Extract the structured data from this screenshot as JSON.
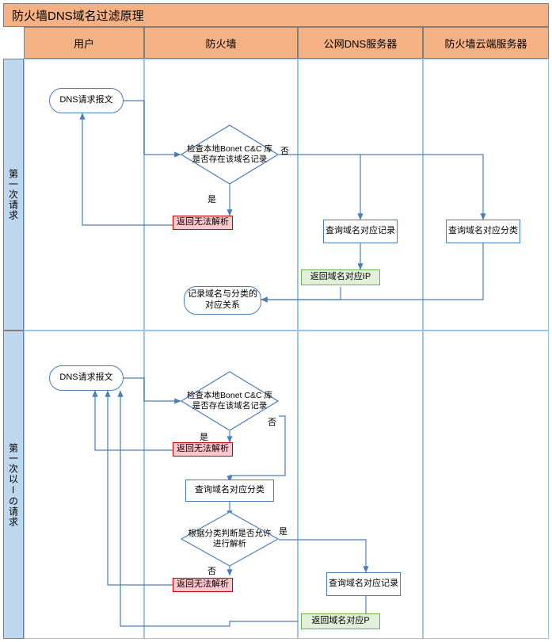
{
  "diagram": {
    "title": "防火墙DNS域名过滤原理",
    "type": "flowchart-swimlane",
    "columns": [
      {
        "id": "user",
        "label": "用户"
      },
      {
        "id": "firewall",
        "label": "防火墙"
      },
      {
        "id": "public-dns",
        "label": "公网DNS服务器"
      },
      {
        "id": "cloud",
        "label": "防火墙云端服务器"
      }
    ],
    "rows": [
      {
        "id": "first-request",
        "label": "第一次请求"
      },
      {
        "id": "subsequent-request",
        "label": "第一次以Iの请求"
      }
    ],
    "colors": {
      "title_bg": "#f4b183",
      "header_bg": "#f4b183",
      "row_label_bg": "#bdd7ee",
      "lane_border": "#9dc3e6",
      "node_border": "#4a7ebb",
      "note_red_bg": "#ffc7ce",
      "note_red_border": "#c00000",
      "note_green_bg": "#e2efda",
      "note_green_border": "#70ad47",
      "connector": "#4a7ebb"
    },
    "nodes": [
      {
        "id": "n1",
        "row": "first-request",
        "col": "user",
        "shape": "terminator",
        "text": "DNS请求报文"
      },
      {
        "id": "n2",
        "row": "first-request",
        "col": "firewall",
        "shape": "decision",
        "text": "检查本地Bonet C&C 库是否存在该域名记录"
      },
      {
        "id": "n3",
        "row": "first-request",
        "col": "firewall",
        "shape": "note-red",
        "text": "返回无法解析"
      },
      {
        "id": "n4",
        "row": "first-request",
        "col": "public-dns",
        "shape": "process",
        "text": "查询域名对应记录"
      },
      {
        "id": "n5",
        "row": "first-request",
        "col": "cloud",
        "shape": "process",
        "text": "查询域名对应分类"
      },
      {
        "id": "n6",
        "row": "first-request",
        "col": "firewall",
        "shape": "note-green",
        "text": "返回域名对应IP"
      },
      {
        "id": "n7",
        "row": "first-request",
        "col": "firewall",
        "shape": "terminator",
        "text": "记录域名与分类的对应关系"
      },
      {
        "id": "n8",
        "row": "subsequent-request",
        "col": "user",
        "shape": "terminator",
        "text": "DNS请求报文"
      },
      {
        "id": "n9",
        "row": "subsequent-request",
        "col": "firewall",
        "shape": "decision",
        "text": "检查本地Bonet C&C 库是否存在该域名记录"
      },
      {
        "id": "n10",
        "row": "subsequent-request",
        "col": "firewall",
        "shape": "note-red",
        "text": "返回无法解析"
      },
      {
        "id": "n11",
        "row": "subsequent-request",
        "col": "firewall",
        "shape": "process",
        "text": "查询域名对应分类"
      },
      {
        "id": "n12",
        "row": "subsequent-request",
        "col": "firewall",
        "shape": "decision",
        "text": "根据分类判断是否允许进行解析"
      },
      {
        "id": "n13",
        "row": "subsequent-request",
        "col": "firewall",
        "shape": "note-red",
        "text": "返回无法解析"
      },
      {
        "id": "n14",
        "row": "subsequent-request",
        "col": "public-dns",
        "shape": "process",
        "text": "查询域名对应记录"
      },
      {
        "id": "n15",
        "row": "subsequent-request",
        "col": "firewall",
        "shape": "note-green",
        "text": "返回域名对应P"
      }
    ],
    "edge_labels": [
      {
        "id": "e1",
        "text": "否"
      },
      {
        "id": "e2",
        "text": "是"
      },
      {
        "id": "e3",
        "text": "否"
      },
      {
        "id": "e4",
        "text": "是"
      },
      {
        "id": "e5",
        "text": "是"
      },
      {
        "id": "e6",
        "text": "否"
      }
    ]
  }
}
